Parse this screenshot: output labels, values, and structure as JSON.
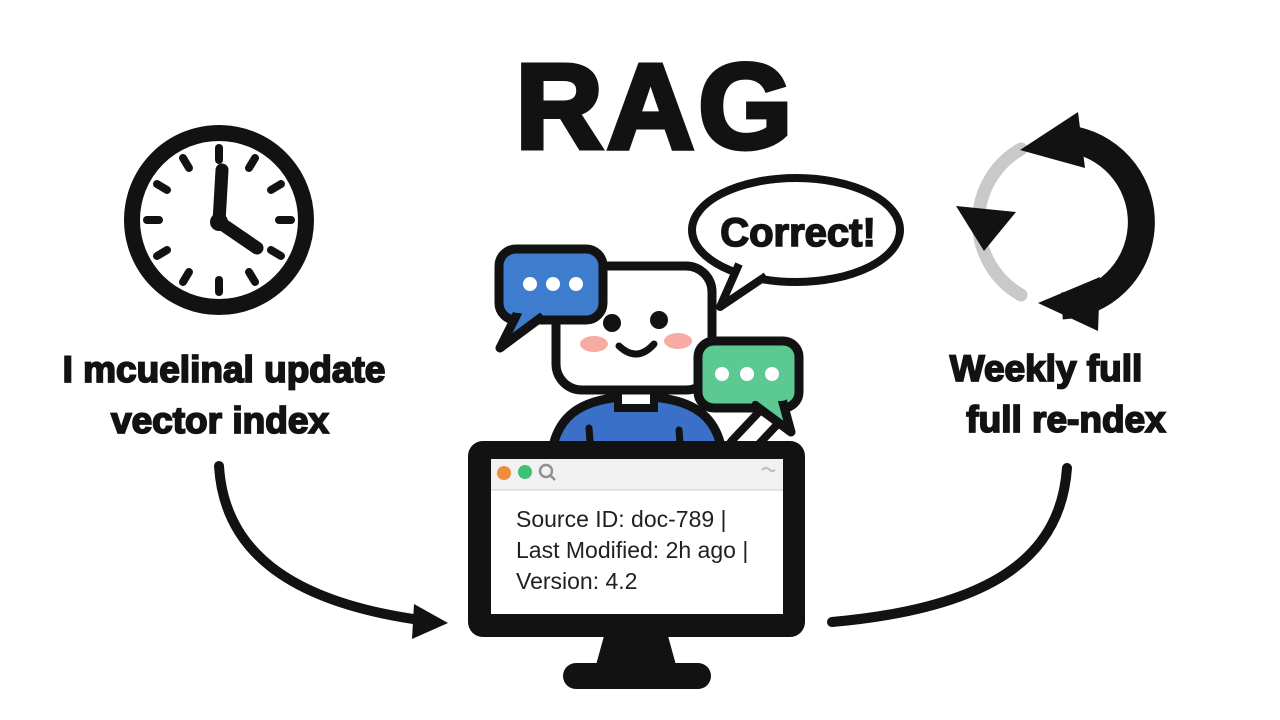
{
  "title": "RAG",
  "left_panel": {
    "icon": "clock-icon",
    "caption_line1": "I mcuelinal update",
    "caption_line2": "vector index"
  },
  "right_panel": {
    "icon": "refresh-cycle-icon",
    "caption_line1": "Weekly full",
    "caption_line2": "full re-ndex"
  },
  "center": {
    "character": "chat-bot-character",
    "speech_bubble_text": "Correct!",
    "chat_bubbles": [
      {
        "icon": "typing-dots-bubble-blue",
        "dots": 3
      },
      {
        "icon": "typing-dots-bubble-green",
        "dots": 3
      }
    ]
  },
  "monitor": {
    "icon": "monitor-icon",
    "window_controls": [
      "orange-dot",
      "green-dot",
      "search-icon"
    ],
    "screen_lines": [
      "Source ID: doc-789 |",
      "Last Modified: 2h ago |",
      "Version: 4.2"
    ]
  },
  "colors": {
    "ink": "#121212",
    "bubble_blue": "#3e7ccd",
    "bubble_green": "#5cc892",
    "body_blue": "#3a70c8",
    "cheek_pink": "#f6aba3",
    "toolbar_gray": "#f1f1f1",
    "control_orange": "#ee8e3d",
    "control_green": "#3fc077",
    "arc_gray": "#c9c9c9"
  }
}
